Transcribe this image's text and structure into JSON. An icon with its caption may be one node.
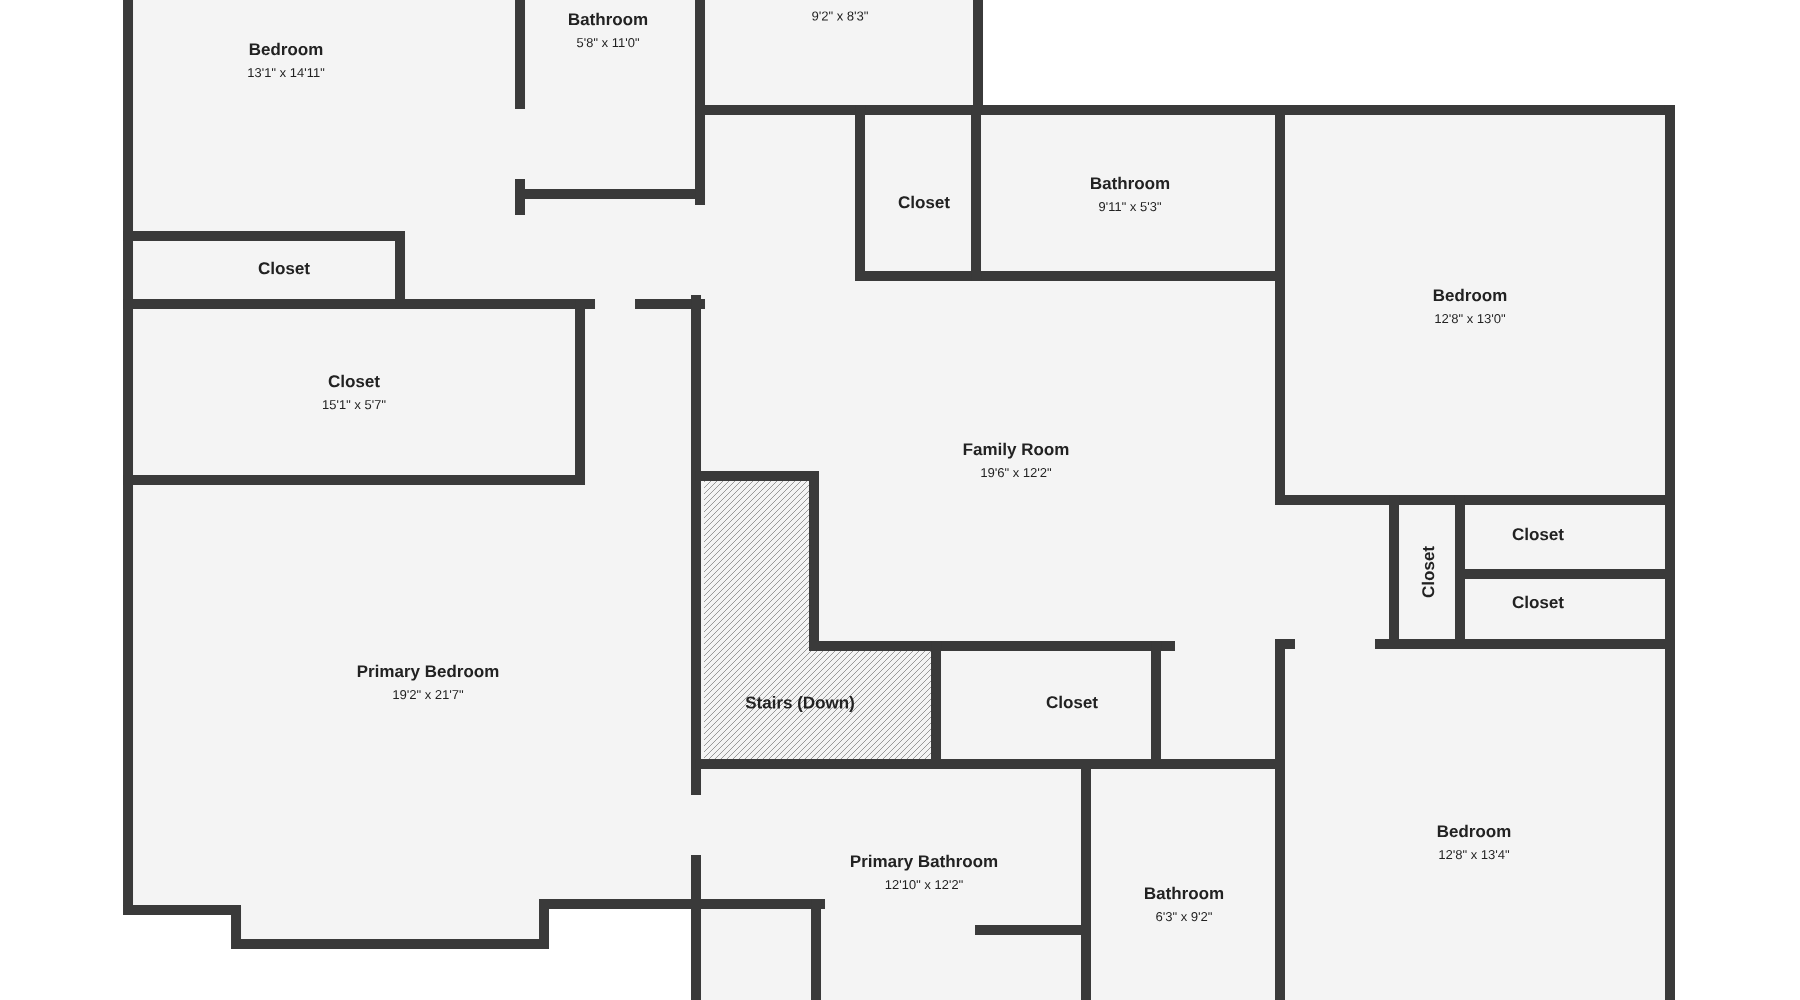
{
  "diagram": {
    "nodes": [
      {
        "text": [
          "Bedroom",
          "13'1\" x 14'11\""
        ]
      },
      {
        "text": [
          "Bathroom",
          "5'8\" x 11'0\""
        ]
      },
      {
        "text": [
          "9'2\" x 8'3\""
        ]
      },
      {
        "text": [
          "Closet"
        ]
      },
      {
        "text": [
          "Bathroom",
          "9'11\" x 5'3\""
        ]
      },
      {
        "text": [
          "Closet"
        ]
      },
      {
        "text": [
          "Bedroom",
          "12'8\" x 13'0\""
        ]
      },
      {
        "text": [
          "Closet",
          "15'1\" x 5'7\""
        ]
      },
      {
        "text": [
          "Family Room",
          "19'6\" x 12'2\""
        ]
      },
      {
        "text": [
          "Closet"
        ]
      },
      {
        "text": [
          "Closet"
        ]
      },
      {
        "text": [
          "Closet"
        ]
      },
      {
        "text": [
          "Primary Bedroom",
          "19'2\" x 21'7\""
        ]
      },
      {
        "text": [
          "Stairs (Down)"
        ]
      },
      {
        "text": [
          "Closet"
        ]
      },
      {
        "text": [
          "Primary Bathroom",
          "12'10\" x 12'2\""
        ]
      },
      {
        "text": [
          "Bathroom",
          "6'3\" x 9'2\""
        ]
      },
      {
        "text": [
          "Bedroom",
          "12'8\" x 13'4\""
        ]
      }
    ]
  }
}
